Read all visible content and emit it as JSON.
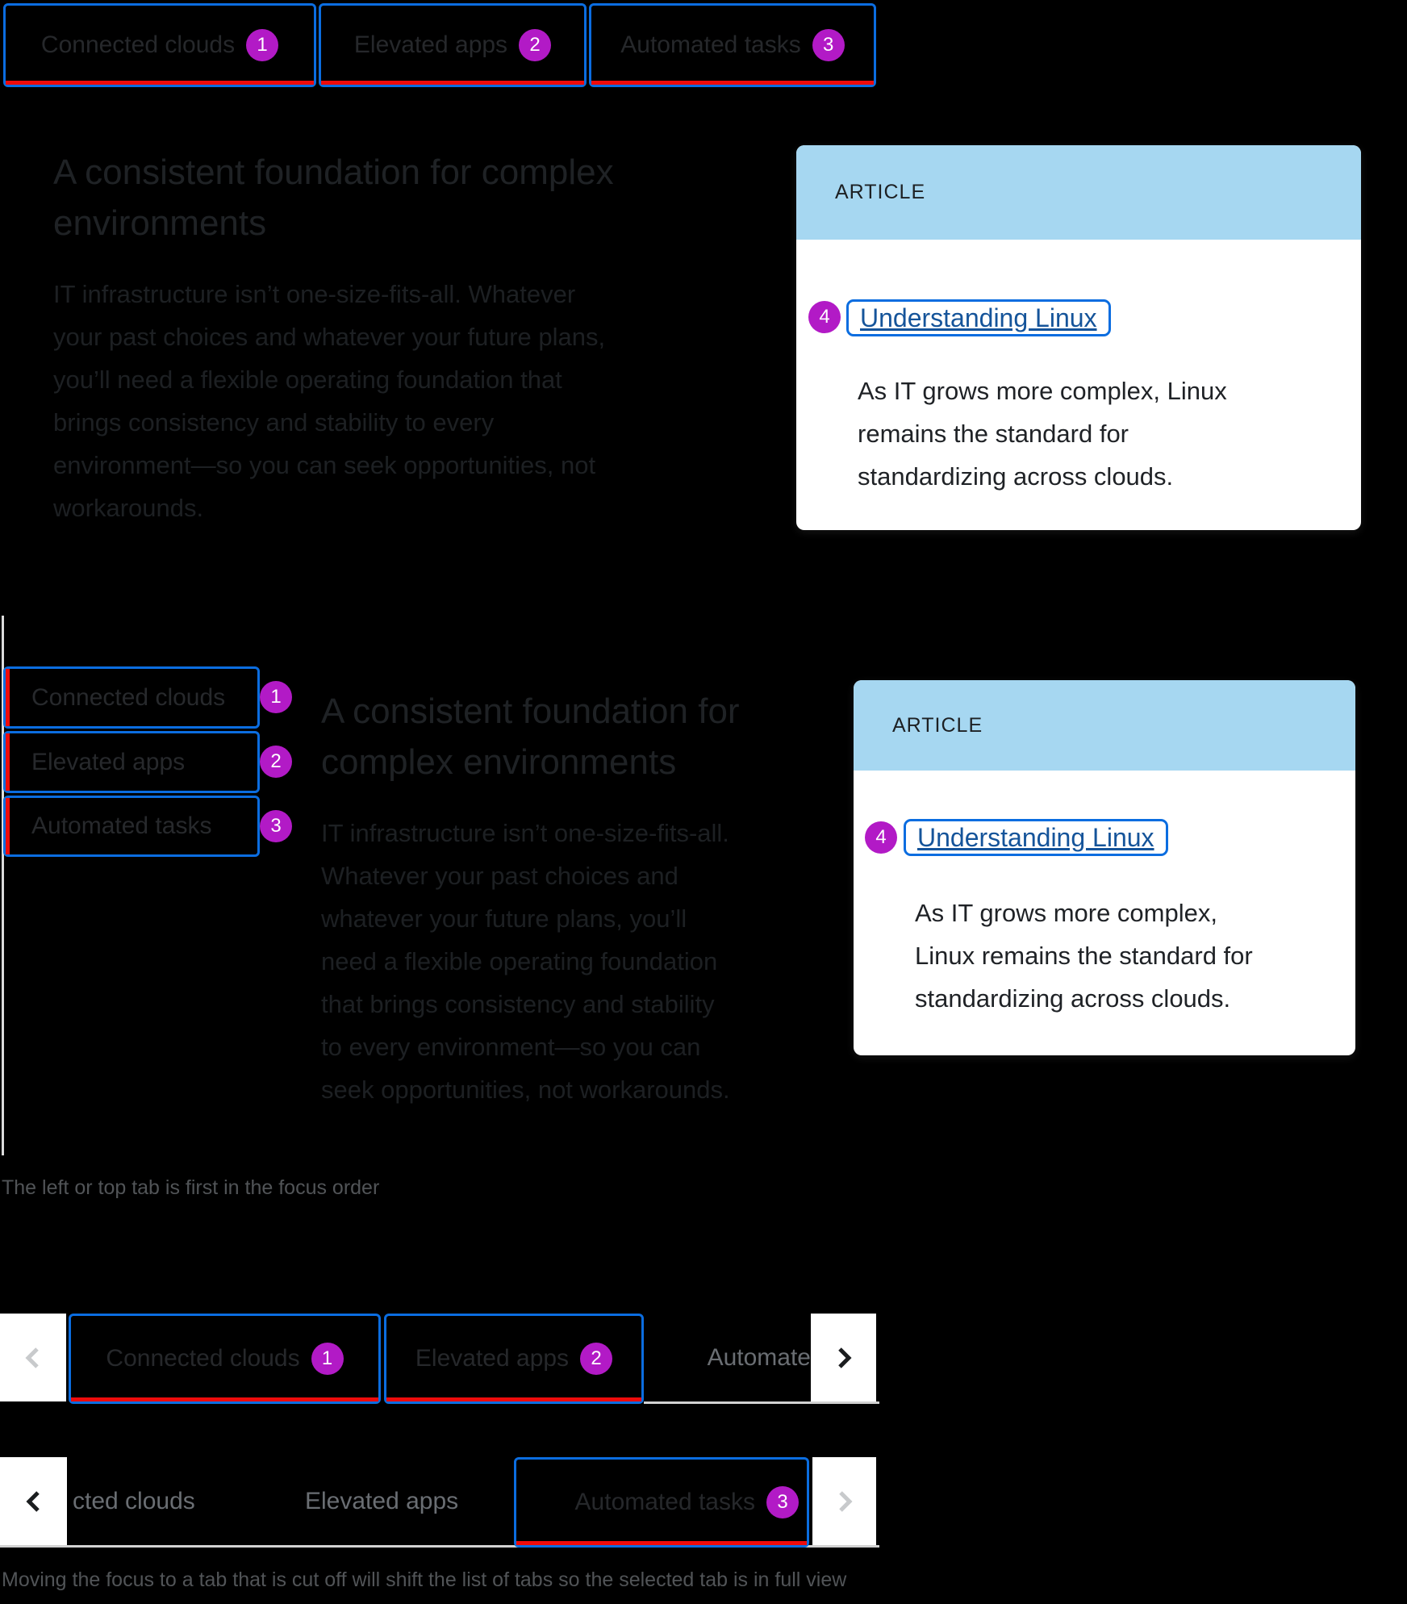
{
  "colors": {
    "focus_blue": "#0b6de0",
    "active_red": "#ee0b0b",
    "badge_purple": "#b21ac6",
    "link_blue": "#15549a",
    "card_header_blue": "#a6d7f1",
    "muted_gray": "#6a6e73",
    "caption_gray": "#515457",
    "border_gray": "#d2d2d2"
  },
  "example_top": {
    "tabs": [
      {
        "label": "Connected clouds",
        "badge": "1"
      },
      {
        "label": "Elevated apps",
        "badge": "2"
      },
      {
        "label": "Automated tasks",
        "badge": "3"
      }
    ]
  },
  "hero_top": {
    "heading_lines": [
      "A consistent foundation for complex",
      "environments"
    ],
    "body_lines": [
      "IT infrastructure isn’t one-size-fits-all. Whatever",
      "your past choices and whatever your future plans,",
      "you’ll need a flexible operating foundation that",
      "brings consistency and stability to every",
      "environment—so you can seek opportunities, not",
      "workarounds."
    ]
  },
  "card_top": {
    "eyebrow": "ARTICLE",
    "badge": "4",
    "link_label": "Understanding Linux",
    "body_lines": [
      "As IT grows more complex, Linux",
      "remains the standard for",
      "standardizing across clouds."
    ]
  },
  "example_vertical": {
    "tabs": [
      {
        "label": "Connected clouds",
        "badge": "1"
      },
      {
        "label": "Elevated apps",
        "badge": "2"
      },
      {
        "label": "Automated tasks",
        "badge": "3"
      }
    ]
  },
  "hero_mid": {
    "heading_lines": [
      "A consistent foundation for",
      "complex environments"
    ],
    "body_lines": [
      "IT infrastructure isn’t one-size-fits-all.",
      "Whatever your past choices and",
      "whatever your future plans, you’ll",
      "need a flexible operating foundation",
      "that brings consistency and stability",
      "to every environment—so you can",
      "seek opportunities, not workarounds."
    ]
  },
  "card_mid": {
    "eyebrow": "ARTICLE",
    "badge": "4",
    "link_label": "Understanding Linux",
    "body_lines": [
      "As IT grows more complex,",
      "Linux remains the standard for",
      "standardizing across clouds."
    ]
  },
  "caption_focus_order": "The left or top tab is first in the focus order",
  "overflow_row1": {
    "tabs": [
      {
        "label": "Connected clouds",
        "badge": "1"
      },
      {
        "label": "Elevated apps",
        "badge": "2"
      }
    ],
    "clipped_label": "Automate",
    "scroll_left_disabled": true,
    "scroll_right_disabled": false
  },
  "overflow_row2": {
    "clipped_label": "cted clouds",
    "middle_label": "Elevated apps",
    "tab": {
      "label": "Automated tasks",
      "badge": "3"
    },
    "scroll_left_disabled": false,
    "scroll_right_disabled": true
  },
  "caption_overflow": "Moving the focus to a tab that is cut off will shift the list of tabs so the selected tab is in full view"
}
